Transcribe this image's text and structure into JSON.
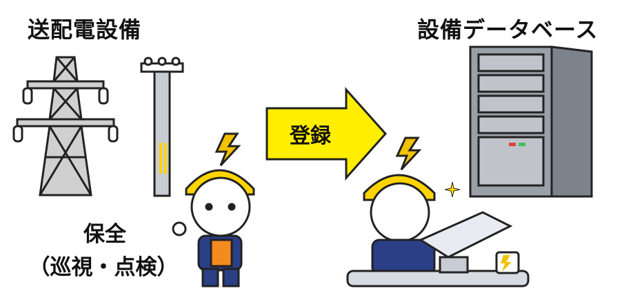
{
  "left_title": "送配電設備",
  "right_title": "設備データベース",
  "arrow_label": "登録",
  "maintenance_label": "保全",
  "maintenance_sub": "（巡視・点検）",
  "colors": {
    "arrow_fill": "#ffee00",
    "helmet": "#ffd400",
    "outline": "#222222",
    "bolt": "#f2c200"
  },
  "icons": [
    "transmission-tower-icon",
    "utility-pole-icon",
    "worker-pointing-icon",
    "server-icon",
    "worker-computer-icon",
    "sparkle-icon",
    "coffee-mug-icon"
  ]
}
